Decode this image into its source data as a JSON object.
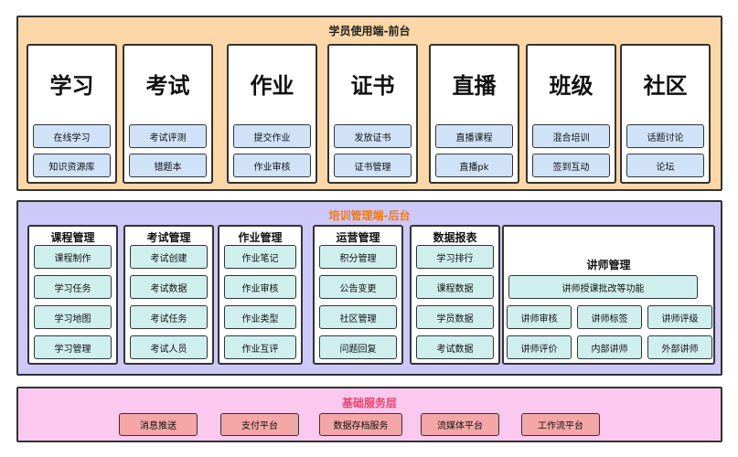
{
  "frontend": {
    "title": "学员使用端-前台",
    "modules": [
      {
        "title": "学习",
        "items": [
          "在线学习",
          "知识资源库"
        ]
      },
      {
        "title": "考试",
        "items": [
          "考试评测",
          "错题本"
        ]
      },
      {
        "title": "作业",
        "items": [
          "提交作业",
          "作业审核"
        ]
      },
      {
        "title": "证书",
        "items": [
          "发放证书",
          "证书管理"
        ]
      },
      {
        "title": "直播",
        "items": [
          "直播课程",
          "直播pk"
        ]
      },
      {
        "title": "班级",
        "items": [
          "混合培训",
          "签到互动"
        ]
      },
      {
        "title": "社区",
        "items": [
          "话题讨论",
          "论坛"
        ]
      }
    ]
  },
  "backend": {
    "title": "培训管理端-后台",
    "modules": [
      {
        "title": "课程管理",
        "items": [
          "课程制作",
          "学习任务",
          "学习地图",
          "学习管理"
        ]
      },
      {
        "title": "考试管理",
        "items": [
          "考试创建",
          "考试数据",
          "考试任务",
          "考试人员"
        ]
      },
      {
        "title": "作业管理",
        "items": [
          "作业笔记",
          "作业审核",
          "作业类型",
          "作业互评"
        ]
      },
      {
        "title": "运营管理",
        "items": [
          "积分管理",
          "公告变更",
          "社区管理",
          "问题回复"
        ]
      },
      {
        "title": "数据报表",
        "items": [
          "学习排行",
          "课程数据",
          "学员数据",
          "考试数据"
        ]
      }
    ],
    "lecturer": {
      "title": "讲师管理",
      "feature": "讲师授课批改等功能",
      "items": [
        "讲师审核",
        "讲师标签",
        "讲师评级",
        "讲师评价",
        "内部讲师",
        "外部讲师"
      ]
    }
  },
  "base": {
    "title": "基础服务层",
    "items": [
      "消息推送",
      "支付平台",
      "数据存档服务",
      "流媒体平台",
      "工作流平台"
    ]
  },
  "colors": {
    "frontend_bg": "#fdd7a8",
    "backend_bg": "#cec8f7",
    "base_bg": "#fbc8ef",
    "backend_title": "#f07a14",
    "base_title": "#f0406a",
    "chip_blue": "#cfe2f7",
    "chip_teal": "#cfeeee",
    "chip_red": "#f5a6a6"
  }
}
